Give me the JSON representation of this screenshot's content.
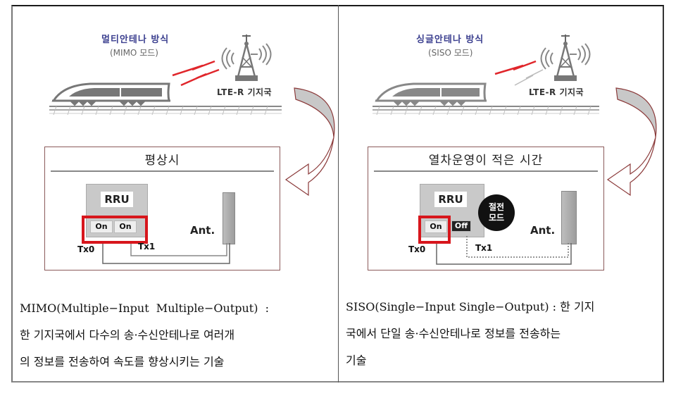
{
  "left": {
    "mode_title": "멀티안테나 방식",
    "mode_sub": "(MIMO 모드)",
    "station_label": "LTE-R 기지국",
    "panel_title": "평상시",
    "rru_label": "RRU",
    "ports": [
      {
        "label": "On",
        "state": "on"
      },
      {
        "label": "On",
        "state": "on"
      }
    ],
    "tx_labels": [
      "Tx0",
      "Tx1"
    ],
    "antenna_label": "Ant.",
    "description_lines": [
      "MIMO(Multiple−Input  Multiple−Output)  :",
      "한 기지국에서 다수의 송·수신안테나로 여러개",
      "의 정보를 전송하여 속도를 향상시키는 기술"
    ]
  },
  "right": {
    "mode_title": "싱글안테나 방식",
    "mode_sub": "(SISO 모드)",
    "station_label": "LTE-R 기지국",
    "panel_title": "열차운영이 적은 시간",
    "rru_label": "RRU",
    "ports": [
      {
        "label": "On",
        "state": "on"
      },
      {
        "label": "Off",
        "state": "off"
      }
    ],
    "saving_badge": "절전\n모드",
    "saving_badge_line1": "절전",
    "saving_badge_line2": "모드",
    "tx_labels": [
      "Tx0",
      "Tx1"
    ],
    "antenna_label": "Ant.",
    "description_lines": [
      "SISO(Single−Input Single−Output) : 한 기지",
      "국에서 단일 송·수신안테나로 정보를 전송하는",
      "기술"
    ]
  },
  "colors": {
    "highlight_red": "#d7161c",
    "signal_red": "#e0262b",
    "mode_title_blue": "#3b3f8f",
    "panel_border": "#8b5a5a",
    "arrow_fill": "#c8c8c8"
  },
  "icons": [
    "train-icon",
    "cell-tower-icon",
    "lightning-signal-icon",
    "curved-arrow-icon",
    "antenna-icon"
  ]
}
